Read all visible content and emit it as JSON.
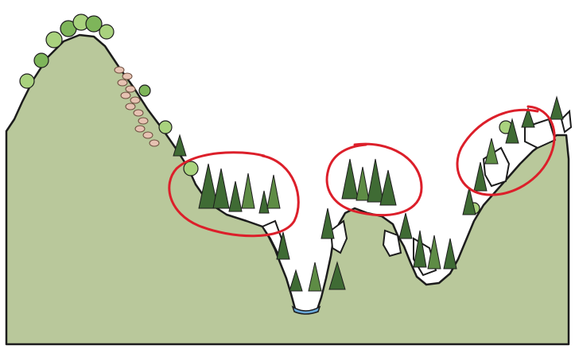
{
  "illustration": {
    "colors": {
      "background": "#ffffff",
      "terrain_fill": "#b9c89b",
      "outline": "#1c1c1c",
      "conifer": "#3f6b34",
      "conifer_light": "#5e8c45",
      "deciduous": "#7eb55a",
      "deciduous_light": "#a9d27e",
      "rock": "#e6c2b2",
      "water": "#6aa9d9",
      "highlight_circle": "#dc1f2a"
    },
    "highlight_circles": [
      "highlight-circle-left",
      "highlight-circle-middle",
      "highlight-circle-right"
    ],
    "icons": [
      "deciduous-tree-icon",
      "conifer-tree-icon",
      "boulder-icon",
      "pond-icon"
    ]
  }
}
